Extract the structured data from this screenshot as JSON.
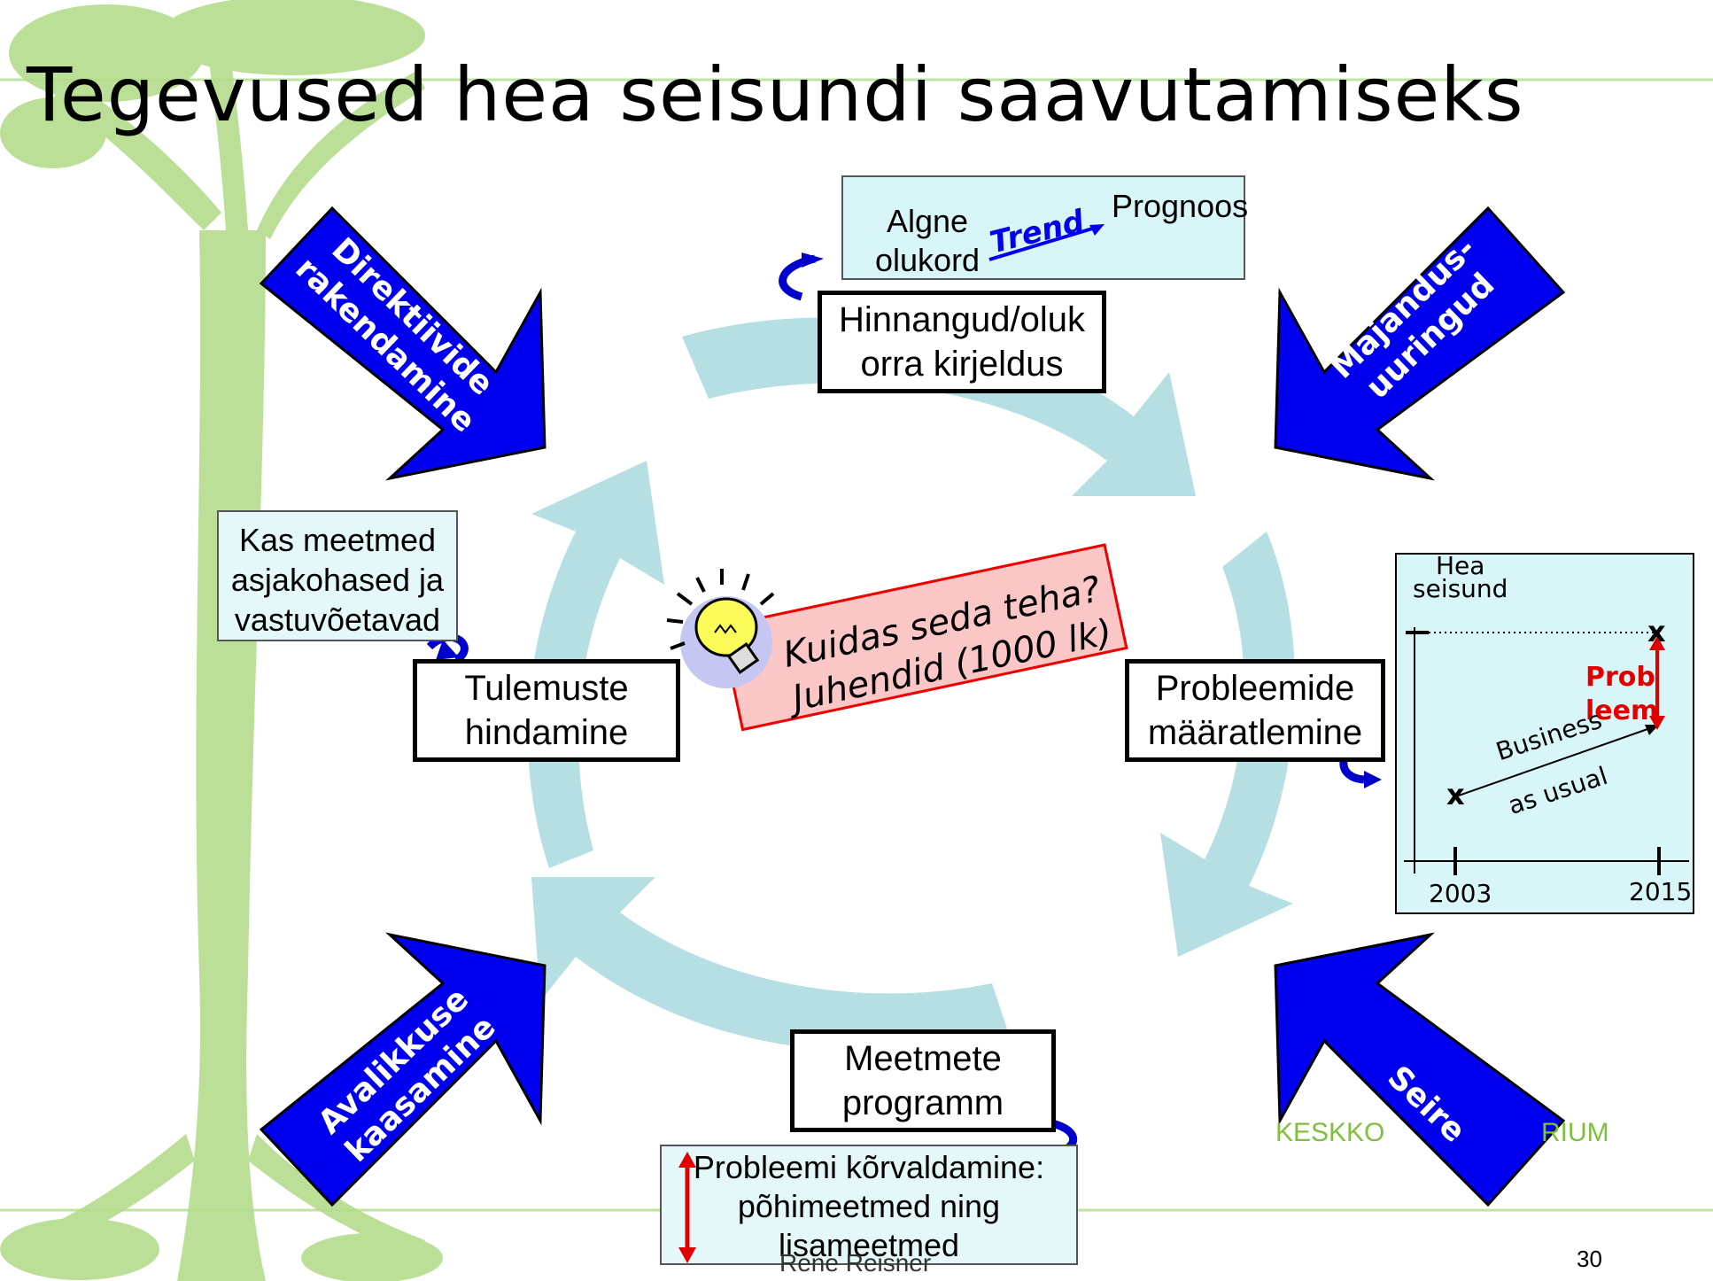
{
  "title": "Tegevused hea seisundi saavutamiseks",
  "process_boxes": {
    "assessment": [
      "Hinnangud/oluk",
      "orra kirjeldus"
    ],
    "problems": [
      "Probleemide",
      "määratlemine"
    ],
    "measures": [
      "Meetmete",
      "programm"
    ],
    "evaluation": [
      "Tulemuste",
      "hindamine"
    ]
  },
  "arrows": {
    "directives": [
      "Direktiivide",
      "rakendamine"
    ],
    "economic": [
      "Majandus-",
      "uuringud"
    ],
    "public": [
      "Avalikkuse",
      "kaasamine"
    ],
    "monitoring": [
      "Seire"
    ]
  },
  "trend_box": {
    "initial": [
      "Algne",
      "olukord"
    ],
    "trend": "Trend",
    "forecast": "Prognoos"
  },
  "evaluation_note": [
    "Kas meetmed",
    "asjakohased ja",
    "vastuvõetavad"
  ],
  "measures_note": [
    "Probleemi kõrvaldamine:",
    "põhimeetmed ning",
    "lisameetmed"
  ],
  "guidance_note": [
    "Kuidas seda teha?",
    "Juhendid (1000 lk)"
  ],
  "mini_chart": {
    "good_status": [
      "Hea",
      "seisund"
    ],
    "problem": [
      "Prob",
      "leem"
    ],
    "bau": [
      "Business",
      "as usual"
    ],
    "mark": "x",
    "year_start": "2003",
    "year_end": "2015"
  },
  "watermark": {
    "left": "KESKKO",
    "right": "RIUM"
  },
  "footer_name": "Rene Reisner",
  "page_number": "30",
  "colors": {
    "arrow_blue": "#0000ee",
    "cycle": "#b6dfe3",
    "tree": "#a9d67c",
    "note_pink": "#fbc6c6",
    "note_border": "#ee0000",
    "cyan_box": "#d8f6f8"
  }
}
